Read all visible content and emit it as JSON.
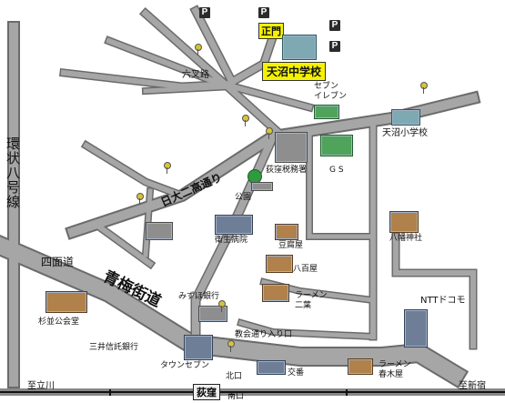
{
  "map": {
    "colors": {
      "road": "#a6a6a6",
      "road_edge": "#6b6b6b",
      "school_sign": "#f5f200",
      "railway": "#111111",
      "tree": "#2f9a3f"
    },
    "labels": {
      "ring_road": "環状八号線",
      "rokusaro": "六叉路",
      "amanuma_jhs": "天沼中学校",
      "seimon": "正門",
      "seven_eleven": "セブン\nイレブン",
      "amanuma_es": "天沼小学校",
      "nitto_street": "日大二高通り",
      "tax_office": "荻窪税務署",
      "gas_station": "G S",
      "park": "公園",
      "eisei_hospital": "衛生病院",
      "tofu_shop": "豆腐屋",
      "yaoya": "八百屋",
      "hachiman_shrine": "八幡神社",
      "shimenmichi": "四面道",
      "ome_kaido": "青梅街道",
      "mizuho_bank": "みずほ銀行",
      "ramen_futaba": "ラーメン\n二葉",
      "suginami_hall": "杉並公会堂",
      "mitsui_trust": "三井信託銀行",
      "kyokai_entrance": "教会通り入り口",
      "town_seven": "タウンセブン",
      "north_exit": "北口",
      "koban": "交番",
      "ramen_harukiya": "ラーメン\n春木屋",
      "ntt_docomo": "NTTドコモ",
      "to_tachikawa": "至立川",
      "to_shinjuku": "至新宿",
      "ogikubo": "荻窪",
      "south_exit": "南口",
      "parking": "P"
    }
  }
}
